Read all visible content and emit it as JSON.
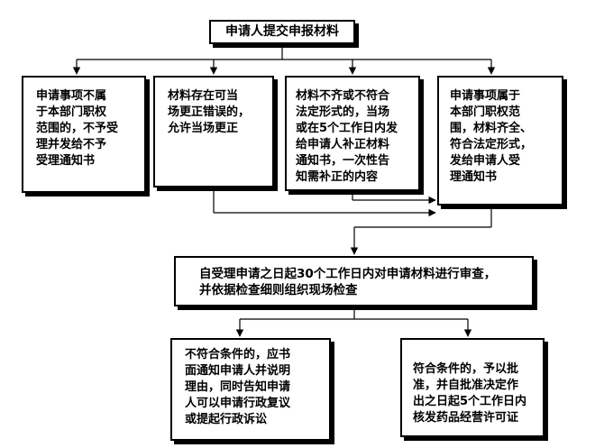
{
  "flowchart": {
    "start": "申请人提交申报材料",
    "branches": [
      {
        "lines": [
          "申请事项不属",
          "于本部门职权",
          "范围的，不予受",
          "理并发给不予",
          "受理通知书"
        ]
      },
      {
        "lines": [
          "材料存在可当",
          "场更正错误的，",
          "允许当场更正"
        ]
      },
      {
        "lines": [
          "材料不齐或不符合",
          "法定形式的，当场",
          "或在5个工作日内发",
          "给申请人补正材料",
          "通知书，一次性告",
          "知需补正的内容"
        ]
      },
      {
        "lines": [
          "申请事项属于",
          "本部门职权范",
          "围，材料齐全、",
          "符合法定形式，",
          "发给申请人受",
          "理通知书"
        ]
      }
    ],
    "review": {
      "lines": [
        "自受理申请之日起30个工作日内对申请材料进行审查，",
        "并依据检查细则组织现场检查"
      ]
    },
    "outcomes": [
      {
        "lines": [
          "不符合条件的，应书",
          "面通知申请人并说明",
          "理由，同时告知申请",
          "人可以申请行政复议",
          "或提起行政诉讼"
        ]
      },
      {
        "lines": [
          "符合条件的，予以批",
          "准，并自批准决定作",
          "出之日起5个工作日内",
          "核发药品经营许可证"
        ]
      }
    ]
  }
}
